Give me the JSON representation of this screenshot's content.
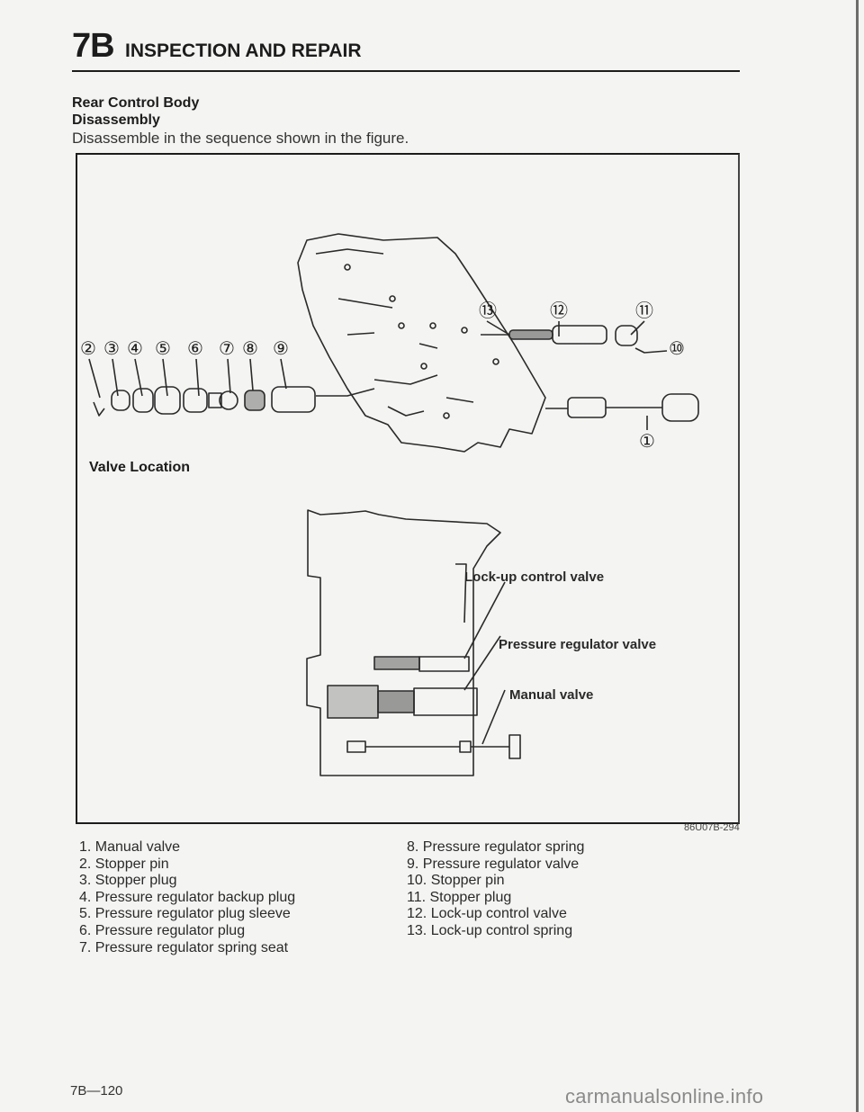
{
  "header": {
    "section": "7B",
    "title": "INSPECTION AND REPAIR"
  },
  "heading": {
    "title": "Rear Control Body",
    "subtitle": "Disassembly",
    "instruction": "Disassemble in the sequence shown in the figure."
  },
  "figure": {
    "callouts": [
      "②",
      "③",
      "④",
      "⑤",
      "⑥",
      "⑦",
      "⑧",
      "⑨",
      "⑬",
      "⑫",
      "⑪",
      "⑩",
      "①"
    ],
    "valve_location_title": "Valve Location",
    "labels": {
      "lockup": "Lock-up control valve",
      "pressure": "Pressure regulator valve",
      "manual": "Manual valve"
    },
    "code": "86U07B-294"
  },
  "parts_left": [
    "1. Manual valve",
    "2. Stopper pin",
    "3. Stopper plug",
    "4. Pressure regulator backup plug",
    "5. Pressure regulator plug sleeve",
    "6. Pressure regulator plug",
    "7. Pressure regulator spring seat"
  ],
  "parts_right": [
    "8. Pressure regulator spring",
    "9. Pressure regulator valve",
    "10. Stopper pin",
    "11. Stopper plug",
    "12. Lock-up control valve",
    "13. Lock-up control spring"
  ],
  "footer": {
    "page": "7B—120",
    "watermark": "carmanualsonline.info"
  }
}
